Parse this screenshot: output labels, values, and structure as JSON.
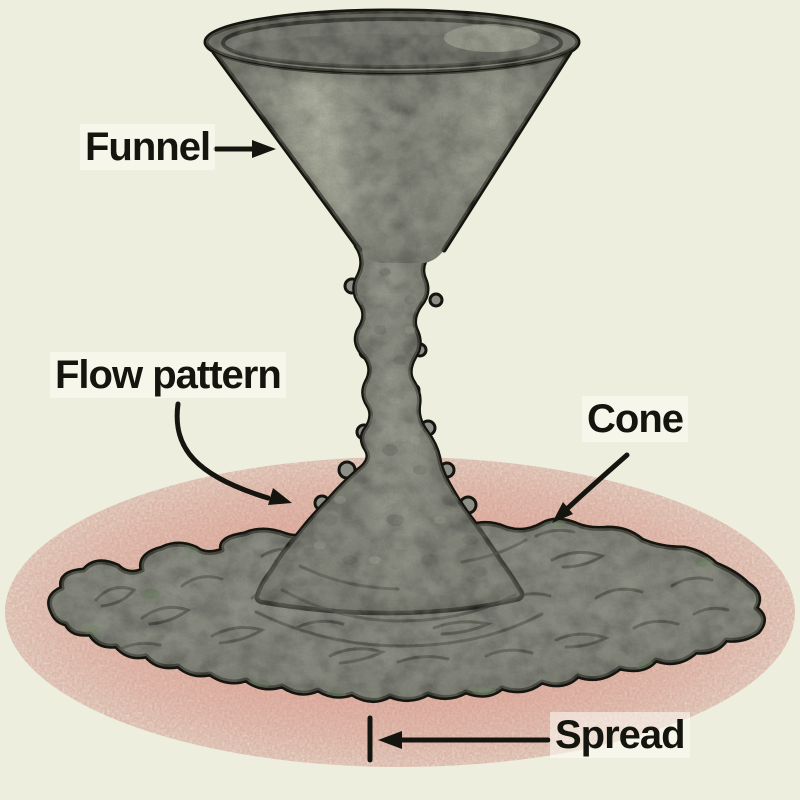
{
  "figure": {
    "description": "Hand-drawn illustration of a flow test: material pours from a funnel, forming a cone whose flow pattern spreads outward on a surface",
    "colors": {
      "background": "#edeedd",
      "ink": "#15150f",
      "material_gray": "#8b8d84",
      "material_dark": "#5f615a",
      "material_light": "#c7cab6",
      "halo_pink": "#e4bcab",
      "edge_green": "#5e7f50"
    }
  },
  "labels": {
    "funnel": "Funnel",
    "flow_pattern": "Flow pattern",
    "cone": "Cone",
    "spread": "Spread"
  },
  "annotations": [
    {
      "label": "Funnel",
      "arrow": "straight-right"
    },
    {
      "label": "Flow pattern",
      "arrow": "curved-down-right"
    },
    {
      "label": "Cone",
      "arrow": "curved-down-left"
    },
    {
      "label": "Spread",
      "arrow": "straight-left-to-tick"
    }
  ]
}
